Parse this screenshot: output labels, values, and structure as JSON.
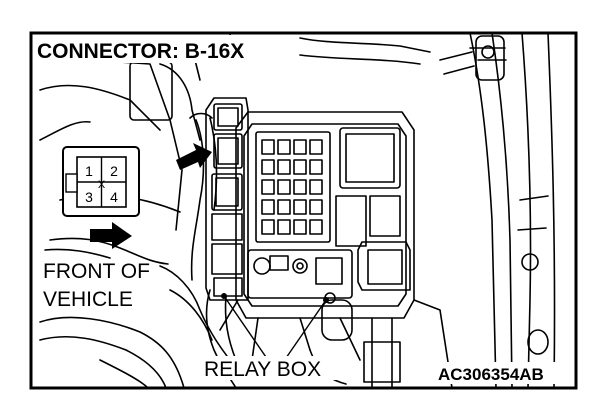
{
  "title": "CONNECTOR: B-16X",
  "connector_pins": [
    "1",
    "2",
    "3",
    "4"
  ],
  "connector_mark": "X",
  "front_label_line1": "FRONT OF",
  "front_label_line2": "VEHICLE",
  "relay_box_label": "RELAY BOX",
  "figure_code": "AC306354AB",
  "colors": {
    "line": "#000000",
    "background": "#ffffff"
  }
}
